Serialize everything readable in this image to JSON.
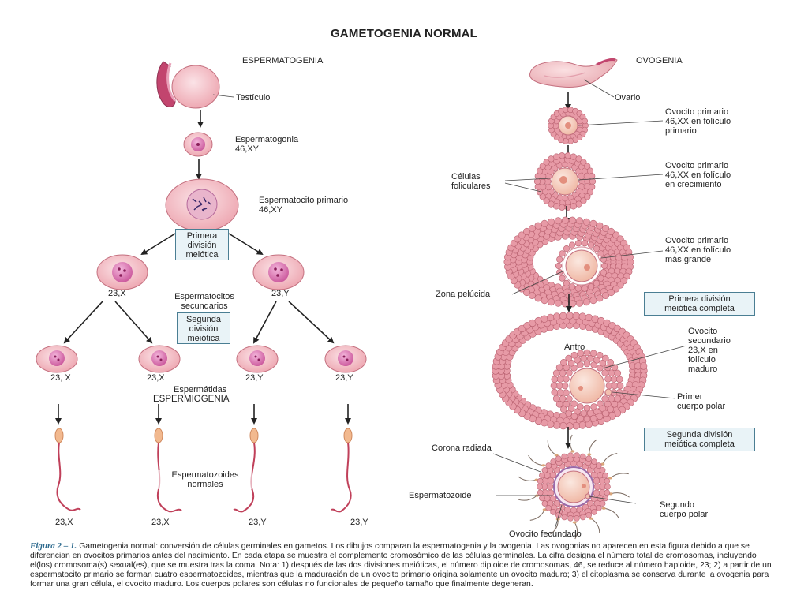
{
  "title": "GAMETOGENIA NORMAL",
  "spermatogenesis": {
    "heading": "ESPERMATOGENIA",
    "testis": "Testículo",
    "spermatogonium": "Espermatogonia\n46,XY",
    "primary_spermatocyte": "Espermatocito primario\n46,XY",
    "first_division_box": "Primera\ndivisión\nmeiótica",
    "secondary_spermatocytes": "Espermatocitos\nsecundarios",
    "second_division_box": "Segunda\ndivisión\nmeiótica",
    "secondary_left": "23,X",
    "secondary_right": "23,Y",
    "spermatids": [
      "23, X",
      "23,X",
      "23,Y",
      "23,Y"
    ],
    "spermatids_label": "Espermátidas",
    "spermiogenesis": "ESPERMIOGENIA",
    "sperm_label": "Espermatozoides\nnormales",
    "sperm": [
      "23,X",
      "23,X",
      "23,Y",
      "23,Y"
    ]
  },
  "oogenesis": {
    "heading": "OVOGENIA",
    "ovary": "Ovario",
    "oocyte_primary_follicle": "Ovocito primario\n46,XX en folículo\nprimario",
    "follicular_cells": "Células\nfoliculares",
    "oocyte_growing_follicle": "Ovocito primario\n46,XX en folículo\nen crecimiento",
    "oocyte_larger_follicle": "Ovocito primario\n46,XX en folículo\nmás grande",
    "zona_pellucida": "Zona pelúcida",
    "first_division_box": "Primera división\nmeiótica completa",
    "antrum": "Antro",
    "secondary_oocyte": "Ovocito\nsecundario\n23,X en\nfolículo\nmaduro",
    "first_polar_body": "Primer\ncuerpo polar",
    "second_division_box": "Segunda división\nmeiótica completa",
    "corona_radiata": "Corona radiada",
    "sperm": "Espermatozoide",
    "second_polar_body": "Segundo\ncuerpo polar",
    "fertilized_oocyte": "Ovocito fecundado"
  },
  "caption": {
    "figure": "Figura 2 – 1.",
    "text": "Gametogenia normal: conversión de células germinales en gametos. Los dibujos comparan la espermatogenia y la ovogenia. Las ovogonias no aparecen en esta figura debido a que se diferencian en ovocitos primarios antes del nacimiento. En cada etapa se muestra el complemento cromosómico de las células germinales. La cifra designa el número total de cromosomas, incluyendo el(los) cromosoma(s) sexual(es), que se muestra tras la coma. Nota: 1) después de las dos divisiones meióticas, el número diploide de cromosomas, 46, se reduce al número haploide, 23; 2) a partir de un espermatocito primario se forman cuatro espermatozoides, mientras que la maduración de un ovocito primario origina solamente un ovocito maduro; 3) el citoplasma se conserva durante la ovogenia para formar una gran célula, el ovocito maduro. Los cuerpos polares son células no funcionales de pequeño tamaño que finalmente degeneran."
  },
  "colors": {
    "cell_fill": "#f3b7bf",
    "cell_stroke": "#c4707f",
    "nucleus": "#d46aa5",
    "chromosome": "#8a1f5a",
    "follicle_cell": "#e79aa6",
    "box_border": "#4a7e93",
    "box_fill": "#e9f3f7",
    "sperm_head": "#f2b98f",
    "sperm_tail": "#c0405a",
    "caption_fig": "#2d6a8e"
  }
}
